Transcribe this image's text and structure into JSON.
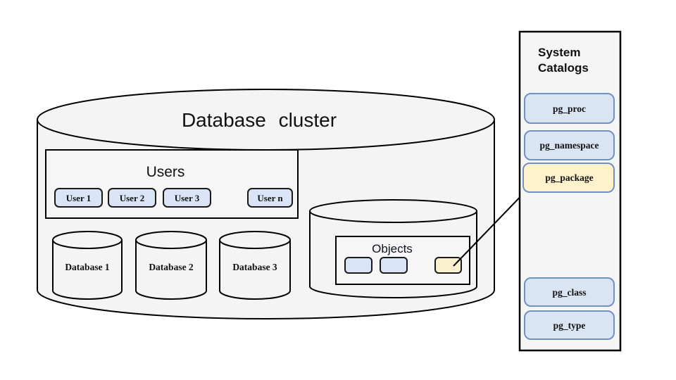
{
  "diagram": {
    "cluster": {
      "title": "Database cluster"
    },
    "users_group": {
      "title": "Users",
      "items": [
        "User 1",
        "User 2",
        "User 3",
        "User n"
      ]
    },
    "databases": [
      "Database 1",
      "Database 2",
      "Database 3"
    ],
    "objects_group": {
      "title": "Objects"
    },
    "system_catalogs": {
      "title_lines": [
        "System",
        "Catalogs"
      ],
      "items": [
        {
          "label": "pg_proc",
          "highlighted": false
        },
        {
          "label": "pg_namespace",
          "highlighted": false
        },
        {
          "label": "pg_package",
          "highlighted": true
        },
        {
          "label": "pg_class",
          "highlighted": false
        },
        {
          "label": "pg_type",
          "highlighted": false
        }
      ]
    },
    "colors": {
      "shape_fill": "#f4f4f4",
      "chip_blue": "#d9e5f7",
      "chip_yellow": "#fbf0cd",
      "catalog_blue": "#dae5f4",
      "catalog_yellow": "#fdf2cc",
      "catalog_border": "#7191c1",
      "outline": "#000000"
    }
  }
}
